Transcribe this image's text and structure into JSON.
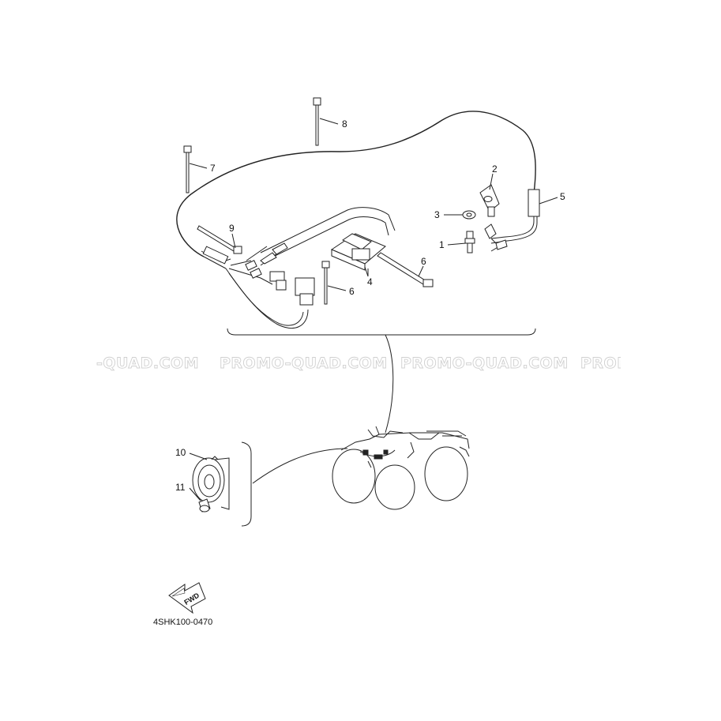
{
  "callouts": {
    "c1": "1",
    "c2": "2",
    "c3": "3",
    "c4": "4",
    "c5": "5",
    "c6a": "6",
    "c6b": "6",
    "c7": "7",
    "c8": "8",
    "c9": "9",
    "c10": "10",
    "c11": "11"
  },
  "watermarks": {
    "w1": "-QUAD.COM",
    "w2": "PROMO-QUAD.COM",
    "w3": "PROMO-QUAD.COM",
    "w4": "PROM"
  },
  "direction_label": "FWD",
  "diagram_code": "4SHK100-0470"
}
